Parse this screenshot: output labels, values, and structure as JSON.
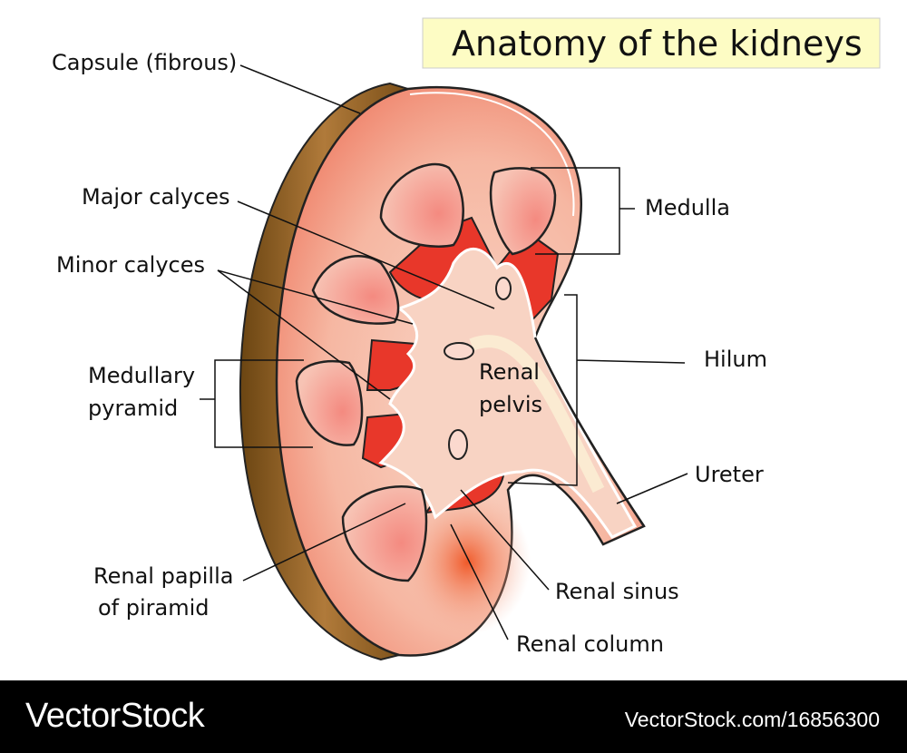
{
  "title": "Anatomy of the kidneys",
  "labels": {
    "capsule": "Capsule (fibrous)",
    "major_calyces": "Major calyces",
    "minor_calyces": "Minor calyces",
    "medullary_pyramid_1": "Medullary",
    "medullary_pyramid_2": "pyramid",
    "renal_papilla_1": "Renal papilla",
    "renal_papilla_2": "of piramid",
    "medulla": "Medulla",
    "hilum": "Hilum",
    "ureter": "Ureter",
    "renal_sinus": "Renal sinus",
    "renal_column": "Renal column",
    "renal_pelvis_1": "Renal",
    "renal_pelvis_2": "pelvis"
  },
  "footer": {
    "brand": "VectorStock",
    "url": "VectorStock.com/16856300"
  },
  "colors": {
    "capsule": "#8a5a1e",
    "cortex": "#f7b8a4",
    "medulla_red": "#e8372a",
    "title_bg": "#fdfcc4"
  }
}
